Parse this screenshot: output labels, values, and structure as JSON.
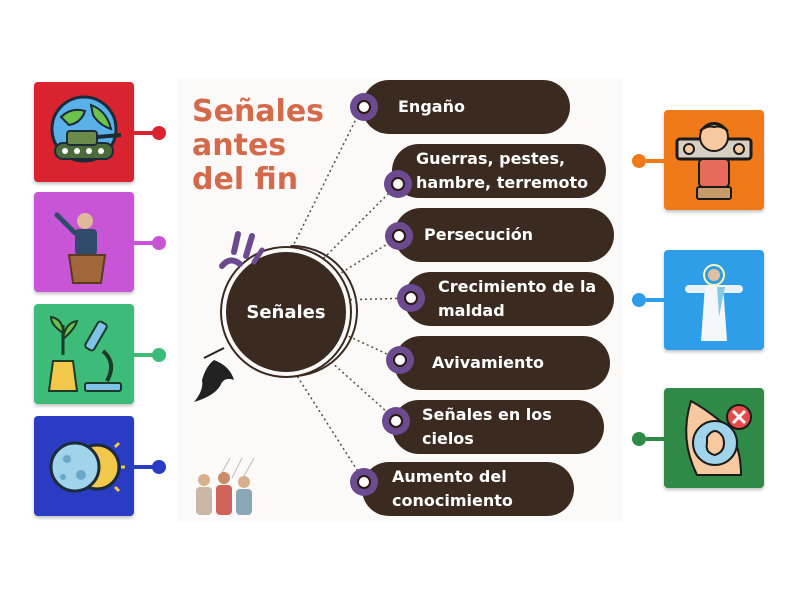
{
  "title": "Señales\nantes\ndel fin",
  "hub": "Señales",
  "items": [
    {
      "label": "Engaño"
    },
    {
      "label": "Guerras, pestes, hambre, terremoto"
    },
    {
      "label": "Persecución"
    },
    {
      "label": "Crecimiento de la maldad"
    },
    {
      "label": "Avivamiento"
    },
    {
      "label": "Señales en los cielos"
    },
    {
      "label": "Aumento del conocimiento"
    }
  ],
  "left_tiles": [
    {
      "icon": "globe-tank-icon",
      "color": "#d9242f",
      "pin": "#d9242f"
    },
    {
      "icon": "preacher-podium-icon",
      "color": "#c855d6",
      "pin": "#c855d6"
    },
    {
      "icon": "plant-microscope-icon",
      "color": "#3dbb78",
      "pin": "#3dbb78"
    },
    {
      "icon": "moon-sun-eclipse-icon",
      "color": "#2a3cc4",
      "pin": "#2a3cc4"
    }
  ],
  "right_tiles": [
    {
      "icon": "prisoner-stocks-icon",
      "color": "#f07a1a",
      "pin": "#f07a1a"
    },
    {
      "icon": "christ-ascension-icon",
      "color": "#2f9ee8",
      "pin": "#2f9ee8"
    },
    {
      "icon": "pregnancy-cancel-icon",
      "color": "#2e8a46",
      "pin": "#2e8a46"
    }
  ]
}
